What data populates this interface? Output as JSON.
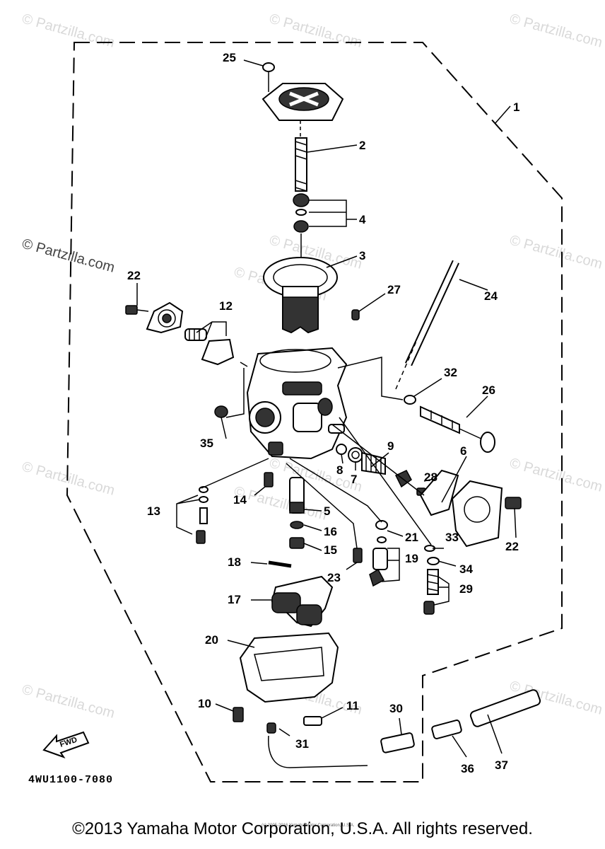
{
  "watermarks": [
    "© Partzilla.com",
    "© Partzilla.com",
    "© Partzilla.com",
    "© Partzilla.com",
    "© Partzilla.com",
    "© Partzilla.com",
    "© Partzilla.com",
    "© Partzilla.com",
    "© Partzilla.com",
    "© Partzilla.com",
    "© Partzilla.com",
    "© Partzilla.com",
    "© Partzilla.com",
    "© Partzilla.com"
  ],
  "callouts": [
    "25",
    "2",
    "4",
    "3",
    "1",
    "24",
    "27",
    "22",
    "12",
    "32",
    "26",
    "35",
    "9",
    "6",
    "8",
    "7",
    "28",
    "14",
    "13",
    "5",
    "21",
    "22",
    "16",
    "19",
    "33",
    "15",
    "23",
    "34",
    "18",
    "29",
    "17",
    "20",
    "10",
    "11",
    "30",
    "31",
    "36",
    "37"
  ],
  "diagram_code": "4WU1100-7080",
  "fwd_label": "FWD",
  "fine_print": "(c) 2005-2016 Yamaha Motor Corporation, U.S.A.",
  "copyright": "©2013 Yamaha Motor Corporation, U.S.A. All rights reserved."
}
